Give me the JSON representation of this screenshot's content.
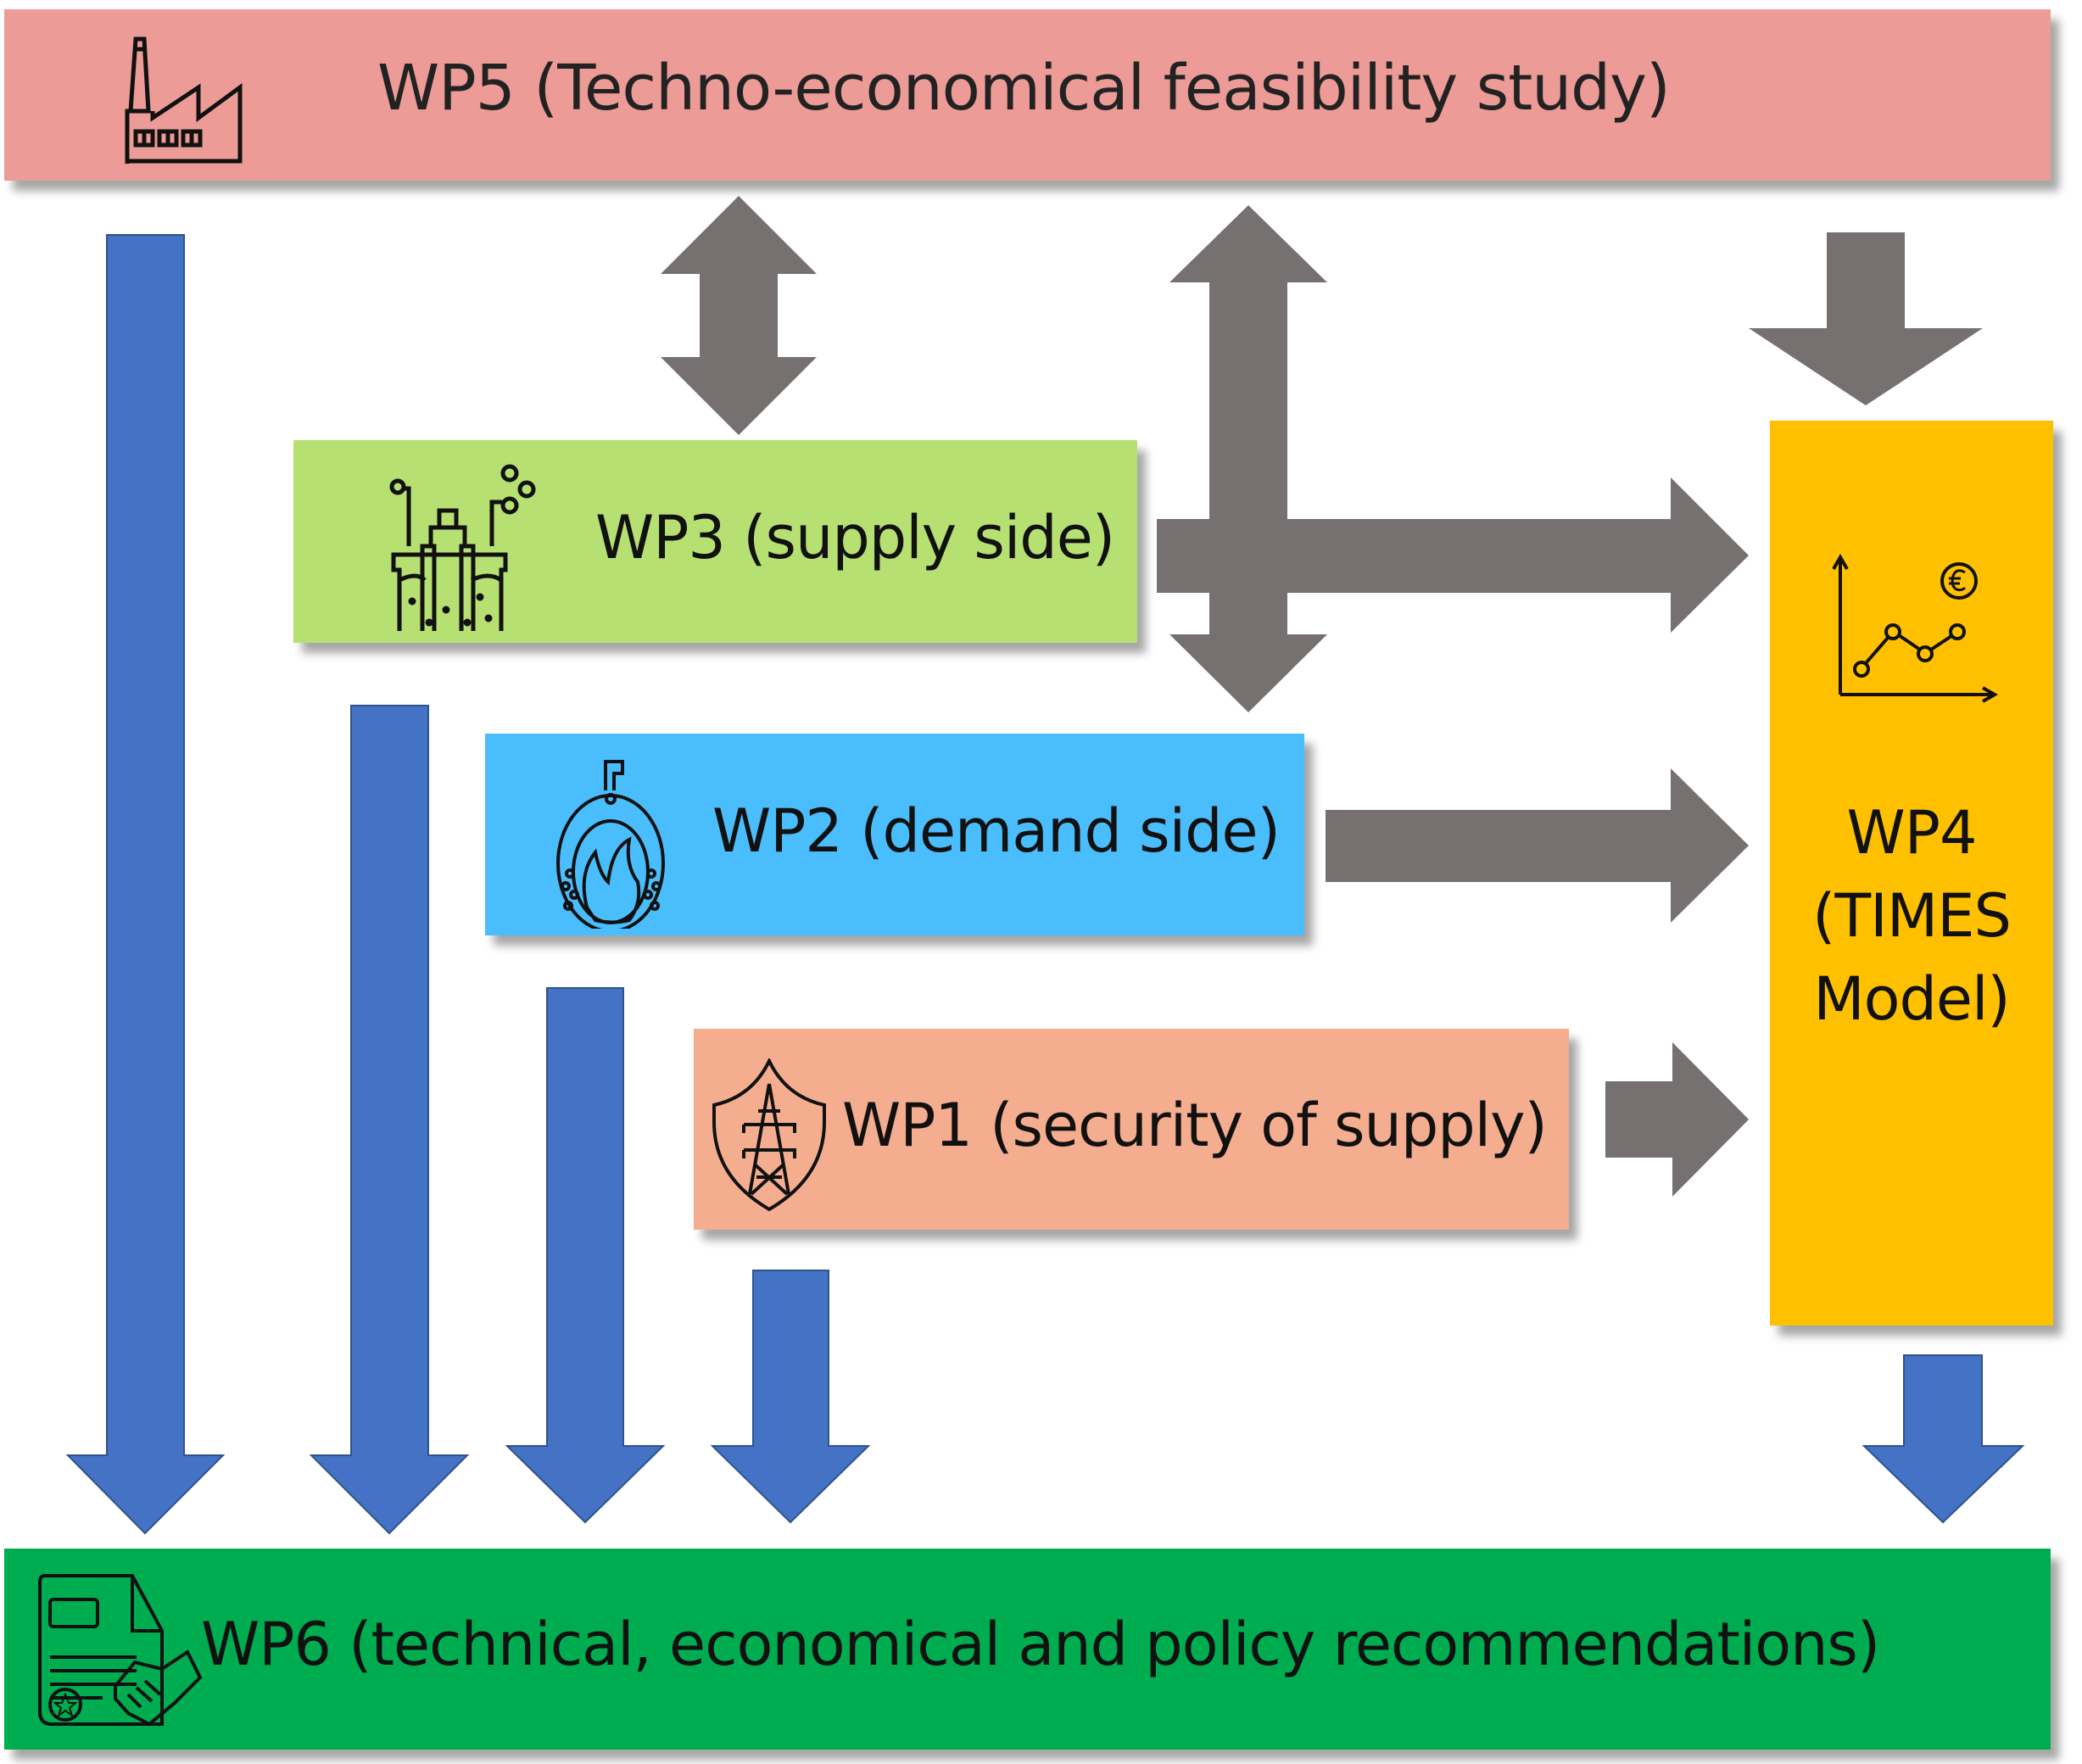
{
  "diagram": {
    "colors": {
      "wp5": "#ec9b97",
      "wp3": "#b7e073",
      "wp2": "#4abdfd",
      "wp1": "#f4ae8f",
      "wp4": "#ffc000",
      "wp6": "#00ac50",
      "grey_arrow": "#767170",
      "blue_arrow": "#4472c4"
    },
    "nodes": {
      "wp5": {
        "label": "WP5 (Techno-economical feasibility study)",
        "icon": "factory-icon"
      },
      "wp3": {
        "label": "WP3 (supply side)",
        "icon": "chemistry-reactor-icon"
      },
      "wp2": {
        "label": "WP2 (demand side)",
        "icon": "furnace-flame-icon"
      },
      "wp1": {
        "label": "WP1 (security of supply)",
        "icon": "power-tower-shield-icon"
      },
      "wp4": {
        "label_lines": [
          "WP4",
          "(TIMES",
          "Model)"
        ],
        "icon": "line-chart-euro-icon"
      },
      "wp6": {
        "label": "WP6 (technical, economical and policy recommendations)",
        "icon": "document-handshake-icon"
      }
    },
    "edges": [
      {
        "from": "WP5",
        "to": "WP3",
        "type": "bidirectional",
        "color": "grey"
      },
      {
        "from": "WP5",
        "to": "WP2",
        "type": "bidirectional",
        "color": "grey"
      },
      {
        "from": "WP5",
        "to": "WP4",
        "type": "directed",
        "color": "grey"
      },
      {
        "from": "WP3",
        "to": "WP4",
        "type": "directed",
        "color": "grey"
      },
      {
        "from": "WP2",
        "to": "WP4",
        "type": "directed",
        "color": "grey"
      },
      {
        "from": "WP1",
        "to": "WP4",
        "type": "directed",
        "color": "grey"
      },
      {
        "from": "WP5",
        "to": "WP6",
        "type": "directed",
        "color": "blue"
      },
      {
        "from": "WP3",
        "to": "WP6",
        "type": "directed",
        "color": "blue"
      },
      {
        "from": "WP2",
        "to": "WP6",
        "type": "directed",
        "color": "blue"
      },
      {
        "from": "WP1",
        "to": "WP6",
        "type": "directed",
        "color": "blue"
      },
      {
        "from": "WP4",
        "to": "WP6",
        "type": "directed",
        "color": "blue"
      }
    ]
  }
}
